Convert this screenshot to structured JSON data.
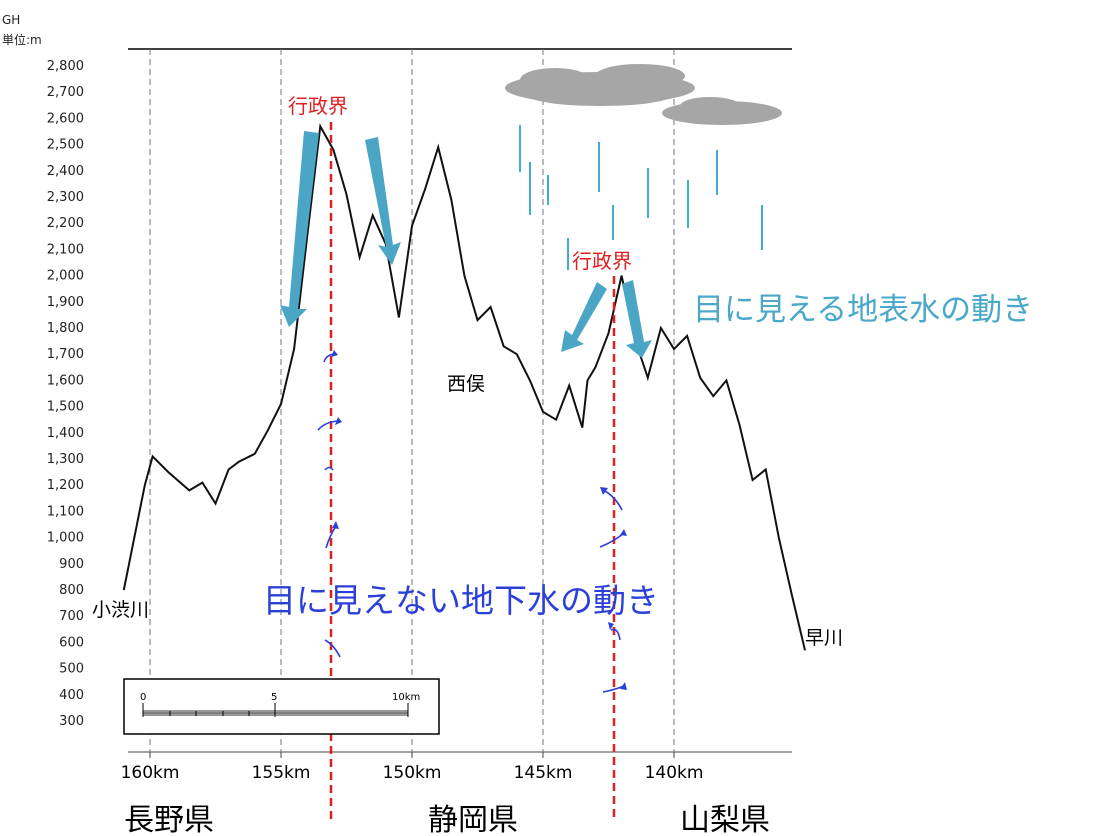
{
  "chart_data": {
    "type": "line",
    "units": {
      "top": "GH",
      "bottom": "単位:m"
    },
    "y_ticks": [
      "2,800",
      "2,700",
      "2,600",
      "2,500",
      "2,400",
      "2,300",
      "2,200",
      "2,100",
      "2,000",
      "1,900",
      "1,800",
      "1,700",
      "1,600",
      "1,500",
      "1,400",
      "1,300",
      "1,200",
      "1,100",
      "1,000",
      "900",
      "800",
      "700",
      "600",
      "500",
      "400",
      "300"
    ],
    "ylim": [
      300,
      2800
    ],
    "x_ticks": [
      "160km",
      "155km",
      "150km",
      "145km",
      "140km"
    ],
    "x_tick_values": [
      160,
      155,
      150,
      145,
      140
    ],
    "xlim": [
      161,
      134.5
    ],
    "grid": "vertical dashed lines at 160, 155, 150, 145, 140 km",
    "series": [
      {
        "x": [
          161,
          160.2,
          159.9,
          159.3,
          158.5,
          158.0,
          157.5,
          157.0,
          156.6,
          156.0,
          155.5,
          155.0,
          154.5,
          154.0,
          153.5,
          153.0,
          152.5,
          152.0,
          151.5,
          151.0,
          150.5,
          150.0,
          149.5,
          149.0,
          148.5,
          148.0,
          147.5,
          147.0,
          146.5,
          146.0,
          145.5,
          145.0,
          144.5,
          144.0,
          143.5,
          143.3,
          143.0,
          142.5,
          142.0,
          141.5,
          141.0,
          140.5,
          140.0,
          139.5,
          139.0,
          138.5,
          138.0,
          137.5,
          137.0,
          136.5,
          136.0,
          135.5,
          135.0
        ],
        "y": [
          800,
          1200,
          1310,
          1250,
          1180,
          1210,
          1130,
          1260,
          1290,
          1320,
          1410,
          1510,
          1720,
          2150,
          2570,
          2480,
          2310,
          2070,
          2230,
          2120,
          1840,
          2190,
          2330,
          2490,
          2290,
          2000,
          1830,
          1880,
          1730,
          1700,
          1600,
          1480,
          1450,
          1580,
          1420,
          1600,
          1650,
          1780,
          2000,
          1760,
          1610,
          1800,
          1720,
          1770,
          1610,
          1540,
          1600,
          1430,
          1220,
          1260,
          1000,
          780,
          570
        ]
      }
    ],
    "annotations": {
      "boundary_label": "行政界",
      "boundary_positions": [
        153.5,
        142.5
      ],
      "surface_water_label": "目に見える地表水の動き",
      "groundwater_label": "目に見えない地下水の動き",
      "place_labels": {
        "start": "小渋川",
        "mid": "西俣",
        "end": "早川"
      },
      "prefectures": [
        "長野県",
        "静岡県",
        "山梨県"
      ],
      "scale_bar": {
        "ticks": [
          "0",
          "5",
          "10km"
        ]
      }
    }
  },
  "colors": {
    "profile_line": "#111111",
    "boundary_line": "#e02020",
    "surface_arrow": "#4ba6c6",
    "groundwater_arrow": "#2b3fd9",
    "rain": "#3fb0cc",
    "cloud": "#a6a6a6"
  }
}
